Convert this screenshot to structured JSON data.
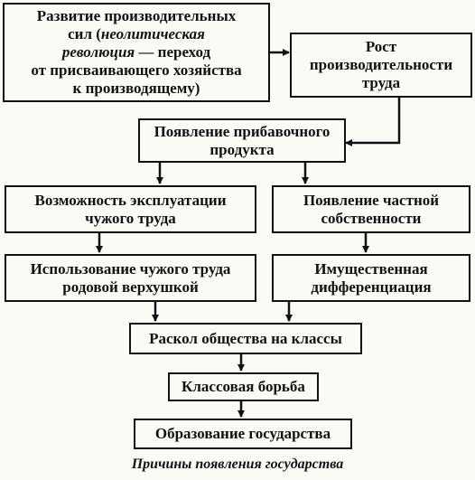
{
  "boxes": {
    "dev": {
      "line1": "Развитие производительных",
      "line2_pre": "сил (",
      "line2_italic": "неолитическая",
      "line3_italic": "революция",
      "line3_post": " — переход",
      "line4": "от присваивающего хозяйства",
      "line5": "к производящему)"
    },
    "growth": "Рост производительности труда",
    "surplus": "Появление прибавочного продукта",
    "exploit": "Возможность эксплуатации чужого труда",
    "private": "Появление частной собственности",
    "tribal": "Использование чужого труда родовой верхушкой",
    "differ": "Имущественная дифференциация",
    "classes": "Раскол общества на классы",
    "struggle": "Классовая борьба",
    "state": "Образование государства"
  },
  "caption": "Причины появления государства"
}
